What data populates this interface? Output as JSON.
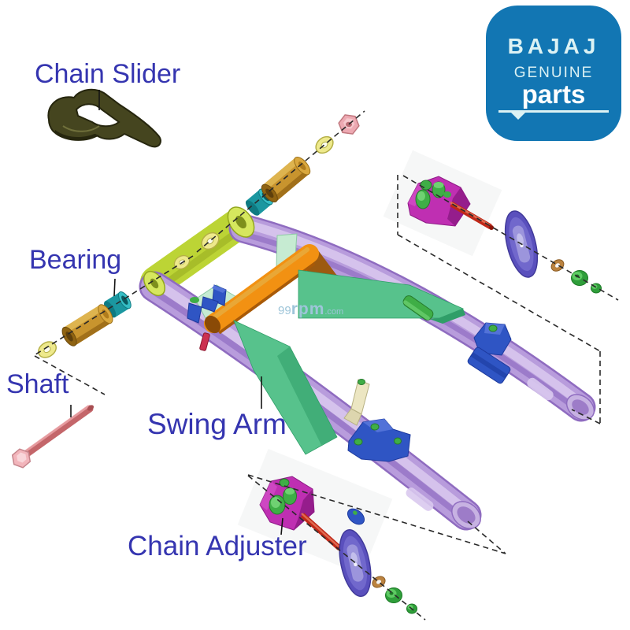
{
  "labels": {
    "chain_slider": "Chain Slider",
    "bearing": "Bearing",
    "shaft": "Shaft",
    "swing_arm": "Swing Arm",
    "chain_adjuster": "Chain Adjuster"
  },
  "logo": {
    "brand": "BAJAJ",
    "genuine": "GENUINE",
    "parts": "parts"
  },
  "watermark": {
    "num": "99",
    "rpm": "rpm",
    "dotcom": ".com"
  },
  "colors": {
    "ink": "#151515",
    "dash": "#2a2a2a",
    "label": "#3535b0",
    "logoBlue": "#1276b3",
    "logoText": "#dcf2f4",
    "white": "#ffffff",
    "wm": "#9ec5d9",
    "purple": "#b89cdc",
    "purpleDk": "#8f6cc0",
    "purpleLt": "#d9c9ee",
    "purpleCap": "#c7b2e2",
    "purpleShadow": "#8059b8",
    "pivotG": "#bcd435",
    "pivotGLt": "#d6e75e",
    "pivotGDk": "#93a71e",
    "teal": "#1b97a0",
    "tealLt": "#35bdc4",
    "tealDk": "#0e7a82",
    "gold": "#c8942e",
    "goldLt": "#e2ba55",
    "goldDk": "#8f6312",
    "goldHole": "#5f400c",
    "washY": "#eee98c",
    "washYDk": "#b5b046",
    "nutPink": "#eda9b2",
    "nutPinkDk": "#c1787f",
    "nutPinkLt": "#f6c8cd",
    "shaftRod": "#c4666a",
    "shaftLt": "#e9a0a4",
    "shaftHead": "#f2b5bb",
    "shaftHeadDk": "#c5858c",
    "orange": "#f29112",
    "orangeDk": "#a85a08",
    "brown": "#9c5a10",
    "wedge": "#57c28c",
    "wedgeDk": "#2f9e68",
    "pale": "#c6ebd2",
    "paleDk": "#8cc9a4",
    "blue": "#2f55c4",
    "blueLt": "#5272d8",
    "blueDk": "#1d3a9e",
    "boltG": "#3fae46",
    "boltGLt": "#6fd172",
    "boltGDk": "#267a2c",
    "magenta": "#bf2fb2",
    "magentaLt": "#d24ec6",
    "magentaDk": "#8d1a85",
    "rodRed": "#c02818",
    "rodRedLt": "#e06a50",
    "rodRedDk": "#8d1408",
    "indigo": "#5a50bd",
    "indigoDk": "#413a9a",
    "indigoMd": "#7168cc",
    "indigoLt": "#9c95dc",
    "washBr": "#bb8340",
    "washBrDk": "#8a5a20",
    "nutG": "#2f9e3a",
    "nutGLt": "#5ecb63",
    "nutGDk": "#1d7a26",
    "olive": "#45451f",
    "oliveDk": "#26260e",
    "oliveLt": "#7a7a42",
    "panel": "#f0f1f1"
  }
}
